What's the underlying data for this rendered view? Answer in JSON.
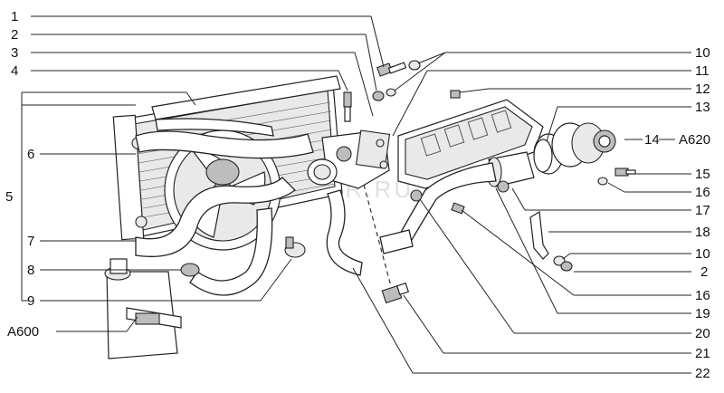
{
  "watermark": "AUTOPITER.RU",
  "callouts_left": [
    {
      "id": "l1",
      "text": "1"
    },
    {
      "id": "l2",
      "text": "2"
    },
    {
      "id": "l3",
      "text": "3"
    },
    {
      "id": "l4",
      "text": "4"
    },
    {
      "id": "l5",
      "text": "5"
    },
    {
      "id": "l6",
      "text": "6"
    },
    {
      "id": "l7",
      "text": "7"
    },
    {
      "id": "l8",
      "text": "8"
    },
    {
      "id": "l9",
      "text": "9"
    },
    {
      "id": "la600",
      "text": "A600"
    }
  ],
  "callouts_right": [
    {
      "id": "r10a",
      "text": "10"
    },
    {
      "id": "r11",
      "text": "11"
    },
    {
      "id": "r12",
      "text": "12"
    },
    {
      "id": "r13",
      "text": "13"
    },
    {
      "id": "r14",
      "text": "14"
    },
    {
      "id": "ra620",
      "text": "A620"
    },
    {
      "id": "r15",
      "text": "15"
    },
    {
      "id": "r16a",
      "text": "16"
    },
    {
      "id": "r17",
      "text": "17"
    },
    {
      "id": "r18",
      "text": "18"
    },
    {
      "id": "r10b",
      "text": "10"
    },
    {
      "id": "r2",
      "text": "2"
    },
    {
      "id": "r16b",
      "text": "16"
    },
    {
      "id": "r19",
      "text": "19"
    },
    {
      "id": "r20",
      "text": "20"
    },
    {
      "id": "r21",
      "text": "21"
    },
    {
      "id": "r22",
      "text": "22"
    }
  ]
}
